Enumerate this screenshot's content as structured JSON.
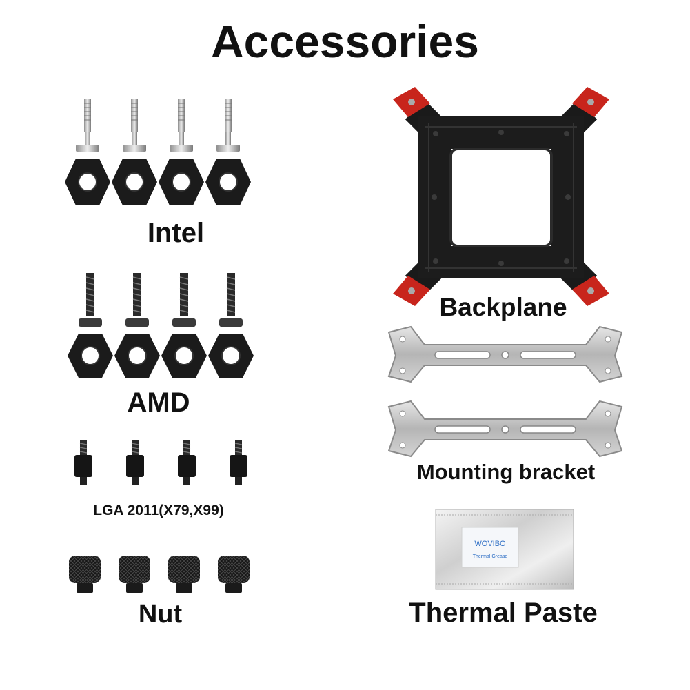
{
  "title": "Accessories",
  "left_groups": [
    {
      "label": "Intel"
    },
    {
      "label": "AMD"
    },
    {
      "label": "LGA 2011(X79,X99)"
    },
    {
      "label": "Nut"
    }
  ],
  "right_items": [
    {
      "label": "Backplane"
    },
    {
      "label": "Mounting bracket"
    },
    {
      "label": "Thermal Paste",
      "pack_brand": "WOVIBO",
      "pack_text": "Thermal Grease"
    }
  ],
  "colors": {
    "plastic": "#1a1a1a",
    "accent_red": "#c8251c",
    "metal": "#c9c9c9"
  }
}
